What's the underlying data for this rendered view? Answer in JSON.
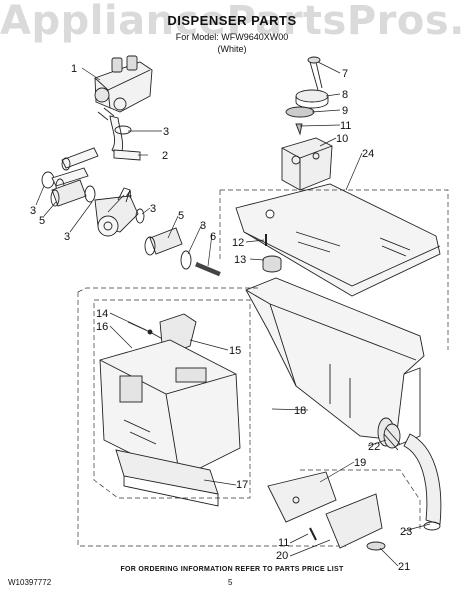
{
  "watermark": "AppliancePartsPros.com",
  "header": {
    "title": "DISPENSER PARTS",
    "model_line": "For Model: WFW9640XW00",
    "color_line": "(White)"
  },
  "callouts": [
    "1",
    "3",
    "2",
    "3",
    "5",
    "3",
    "4",
    "3",
    "5",
    "3",
    "6",
    "7",
    "8",
    "9",
    "11",
    "10",
    "24",
    "12",
    "13",
    "14",
    "16",
    "15",
    "18",
    "17",
    "19",
    "22",
    "23",
    "11",
    "20",
    "21"
  ],
  "footer": {
    "note": "FOR ORDERING INFORMATION REFER TO PARTS PRICE LIST",
    "doc_number": "W10397772",
    "page_number": "5"
  }
}
